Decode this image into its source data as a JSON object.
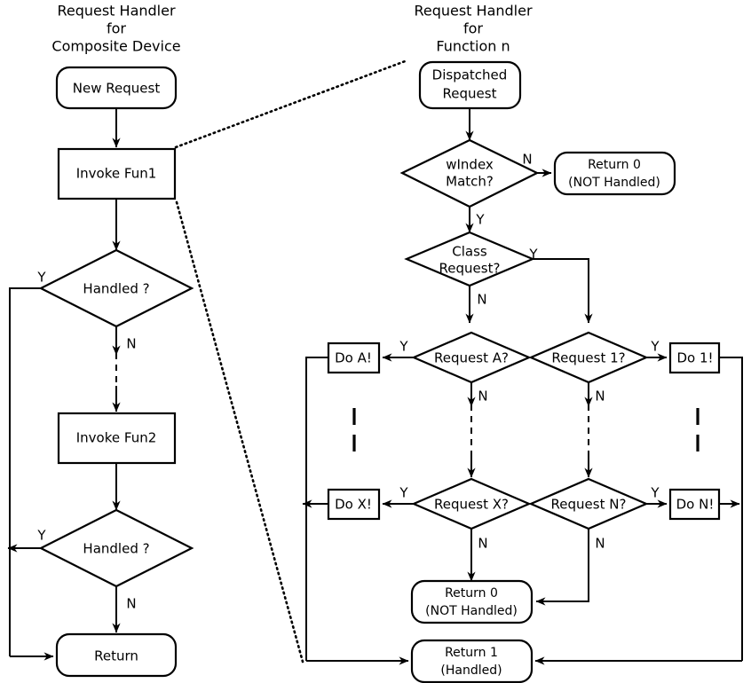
{
  "diagram": {
    "type": "flowchart",
    "background": "#ffffff",
    "stroke_color": "#000000",
    "left_panel": {
      "title_lines": [
        "Request Handler",
        "for",
        "Composite Device"
      ],
      "nodes": [
        {
          "id": "new-request",
          "shape": "rounded",
          "label": "New Request"
        },
        {
          "id": "invoke-fun1",
          "shape": "rect",
          "label": "Invoke Fun1"
        },
        {
          "id": "handled-1",
          "shape": "diamond",
          "label": "Handled ?"
        },
        {
          "id": "invoke-fun2",
          "shape": "rect",
          "label": "Invoke Fun2"
        },
        {
          "id": "handled-2",
          "shape": "diamond",
          "label": "Handled ?"
        },
        {
          "id": "return",
          "shape": "rounded",
          "label": "Return"
        }
      ],
      "edge_labels": {
        "handled1_yes": "Y",
        "handled1_no": "N",
        "handled2_yes": "Y",
        "handled2_no": "N"
      }
    },
    "right_panel": {
      "title_lines": [
        "Request Handler",
        "for",
        "Function n"
      ],
      "nodes": [
        {
          "id": "dispatched-request",
          "shape": "rounded",
          "label_lines": [
            "Dispatched",
            "Request"
          ]
        },
        {
          "id": "windex-match",
          "shape": "diamond",
          "label_lines": [
            "wIndex",
            "Match?"
          ]
        },
        {
          "id": "return0-top",
          "shape": "rounded",
          "label_lines": [
            "Return 0",
            "(NOT Handled)"
          ]
        },
        {
          "id": "class-request",
          "shape": "diamond",
          "label_lines": [
            "Class",
            "Request?"
          ]
        },
        {
          "id": "request-a",
          "shape": "diamond",
          "label": "Request A?"
        },
        {
          "id": "request-1",
          "shape": "diamond",
          "label": "Request 1?"
        },
        {
          "id": "do-a",
          "shape": "rect",
          "label": "Do A!"
        },
        {
          "id": "do-1",
          "shape": "rect",
          "label": "Do 1!"
        },
        {
          "id": "request-x",
          "shape": "diamond",
          "label": "Request X?"
        },
        {
          "id": "request-n",
          "shape": "diamond",
          "label": "Request N?"
        },
        {
          "id": "do-x",
          "shape": "rect",
          "label": "Do X!"
        },
        {
          "id": "do-n",
          "shape": "rect",
          "label": "Do N!"
        },
        {
          "id": "return0-bottom",
          "shape": "rounded",
          "label_lines": [
            "Return 0",
            "(NOT Handled)"
          ]
        },
        {
          "id": "return1",
          "shape": "rounded",
          "label_lines": [
            "Return 1",
            "(Handled)"
          ]
        }
      ],
      "edge_labels": {
        "windex_no": "N",
        "windex_yes": "Y",
        "class_yes": "Y",
        "class_no": "N",
        "request_a_yes": "Y",
        "request_a_no": "N",
        "request_1_yes": "Y",
        "request_1_no": "N",
        "request_x_yes": "Y",
        "request_x_no": "N",
        "request_n_yes": "Y",
        "request_n_no": "N"
      }
    }
  }
}
